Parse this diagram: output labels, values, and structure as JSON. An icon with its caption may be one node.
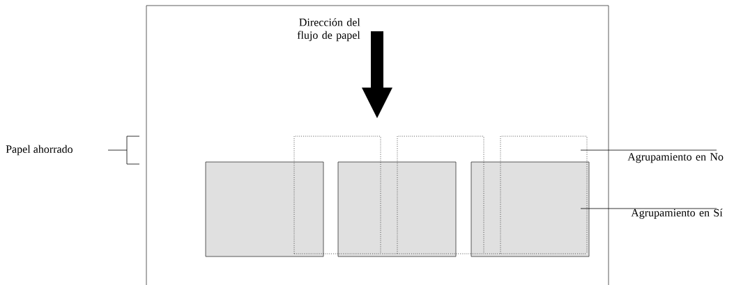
{
  "diagram": {
    "labels": [
      "Dirección del flujo de papel",
      "Papel ahorrado",
      "Agrupamiento en No",
      "Agrupamiento en Sí"
    ]
  }
}
